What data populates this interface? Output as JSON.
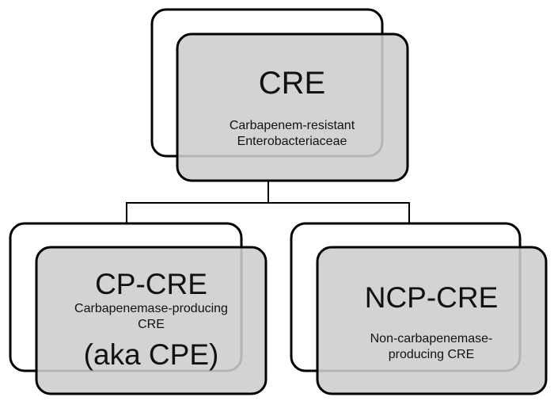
{
  "diagram": {
    "root": {
      "title": "CRE",
      "subtitle_line1": "Carbapenem-resistant",
      "subtitle_line2": "Enterobacteriaceae"
    },
    "children": [
      {
        "title": "CP-CRE",
        "subtitle_line1": "Carbapenemase-producing",
        "subtitle_line2": "CRE",
        "note": "(aka CPE)"
      },
      {
        "title": "NCP-CRE",
        "subtitle_line1": "Non-carbapenemase-",
        "subtitle_line2": "producing CRE"
      }
    ]
  }
}
